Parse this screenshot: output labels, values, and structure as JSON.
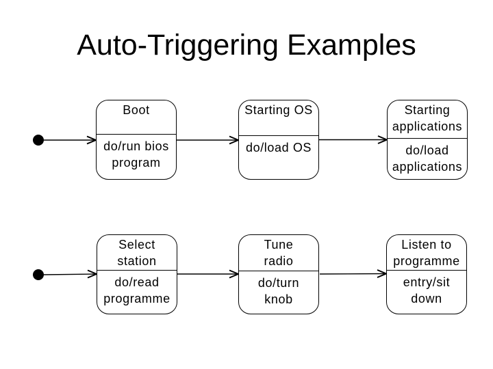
{
  "slide": {
    "title": "Auto-Triggering Examples",
    "background_color": "#ffffff",
    "line_color": "#000000"
  },
  "diagram": {
    "type": "uml-state-machine",
    "rows": [
      {
        "initial_marker": "filled-circle",
        "transitions": [
          "initial->0",
          "0->1",
          "1->2"
        ],
        "states": [
          {
            "name": "Boot",
            "activity": "do/run bios\nprogram"
          },
          {
            "name": "Starting OS",
            "activity": "do/load OS"
          },
          {
            "name": "Starting\napplications",
            "activity": "do/load\napplications"
          }
        ]
      },
      {
        "initial_marker": "filled-circle",
        "transitions": [
          "initial->0",
          "0->1",
          "1->2"
        ],
        "states": [
          {
            "name": "Select\nstation",
            "activity": "do/read\nprogramme"
          },
          {
            "name": "Tune\nradio",
            "activity": "do/turn\nknob"
          },
          {
            "name": "Listen to\nprogramme",
            "activity": "entry/sit\ndown"
          }
        ]
      }
    ]
  }
}
